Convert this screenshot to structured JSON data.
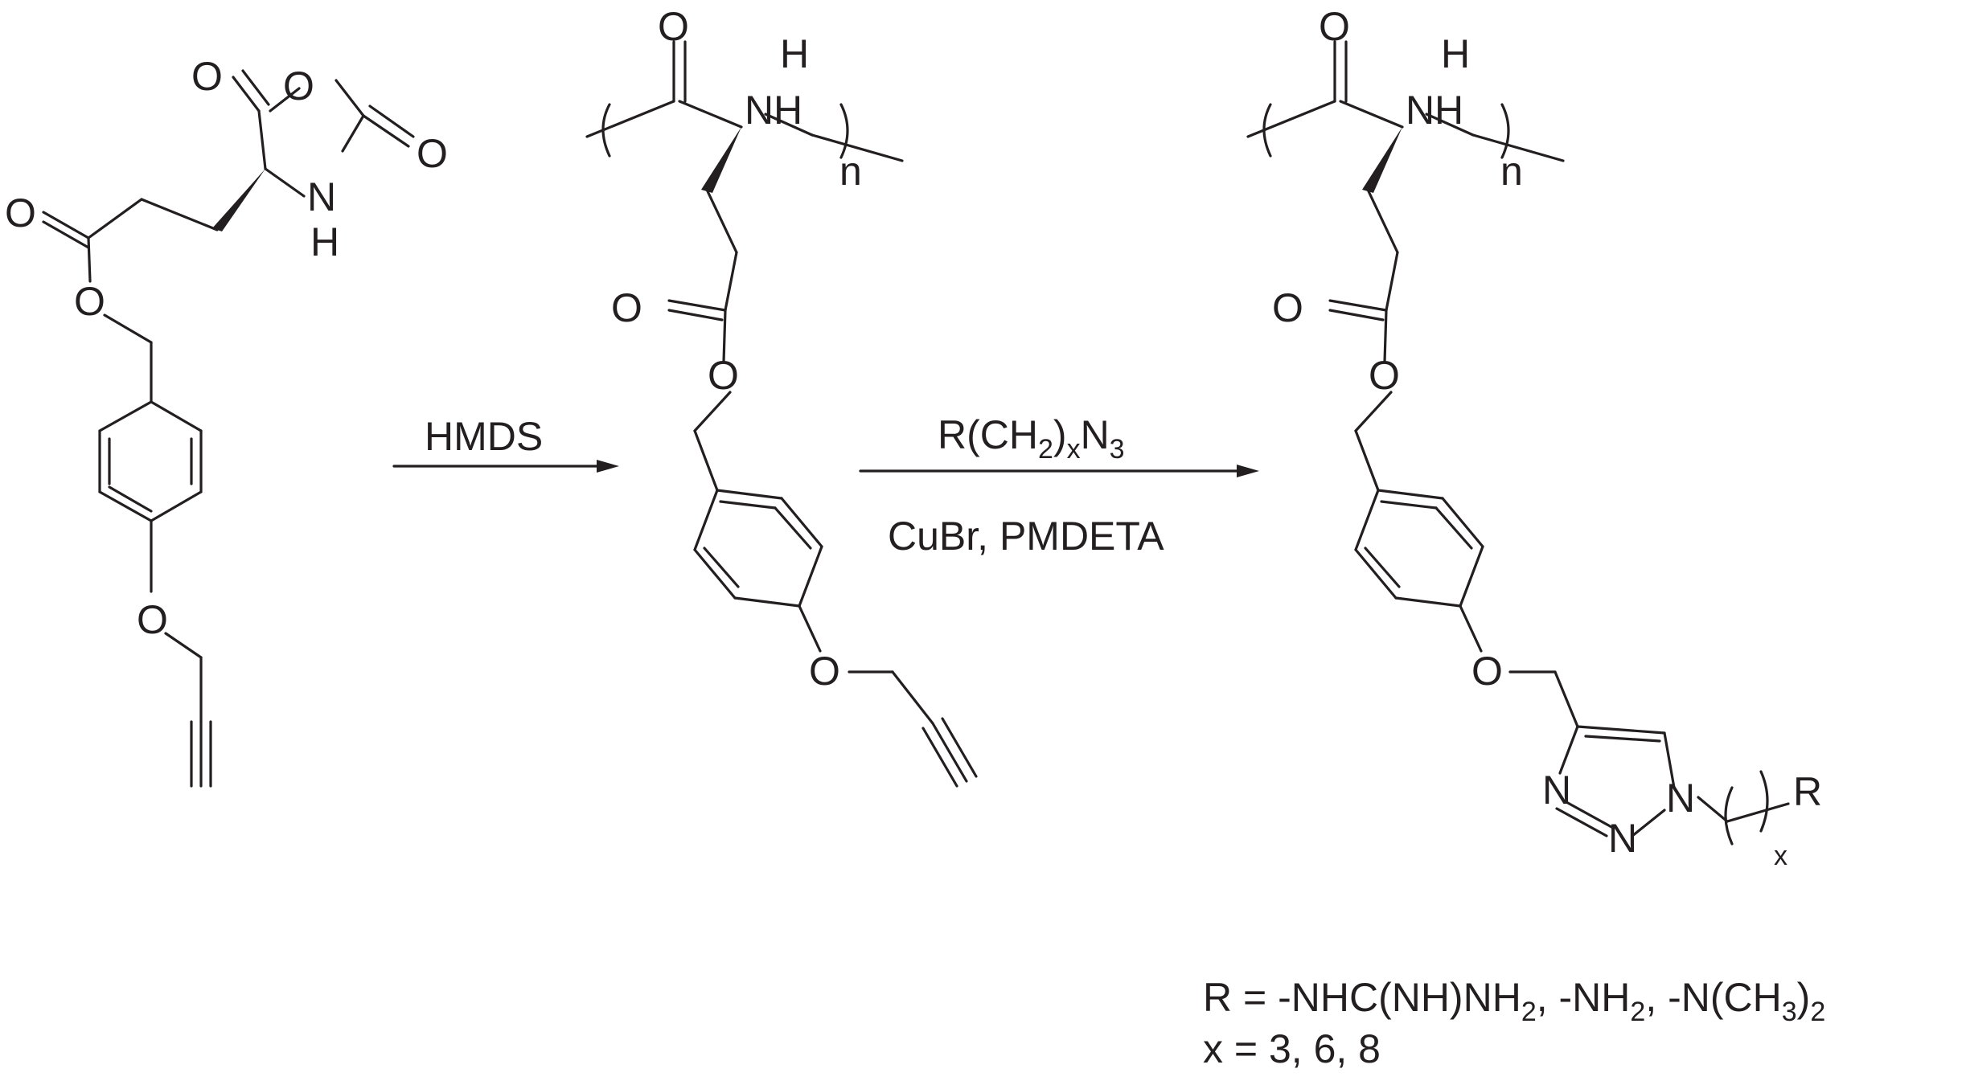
{
  "reaction": {
    "step1": {
      "reagent": "HMDS"
    },
    "step2": {
      "reagent_above": {
        "base": "R(CH",
        "sub1": "2",
        "mid": ")",
        "sub2": "x",
        "tail": "N",
        "sub3": "3"
      },
      "reagent_below": "CuBr, PMDETA"
    }
  },
  "atoms": {
    "O": "O",
    "N": "N",
    "H": "H",
    "R": "R",
    "n": "n",
    "x": "x"
  },
  "legend": {
    "line1": {
      "p1": "R = -NHC(NH)NH",
      "s1": "2",
      "p2": ", -NH",
      "s2": "2",
      "p3": ", -N(CH",
      "s3": "3",
      "p4": ")",
      "s4": "2"
    },
    "line2": "x = 3, 6, 8"
  }
}
